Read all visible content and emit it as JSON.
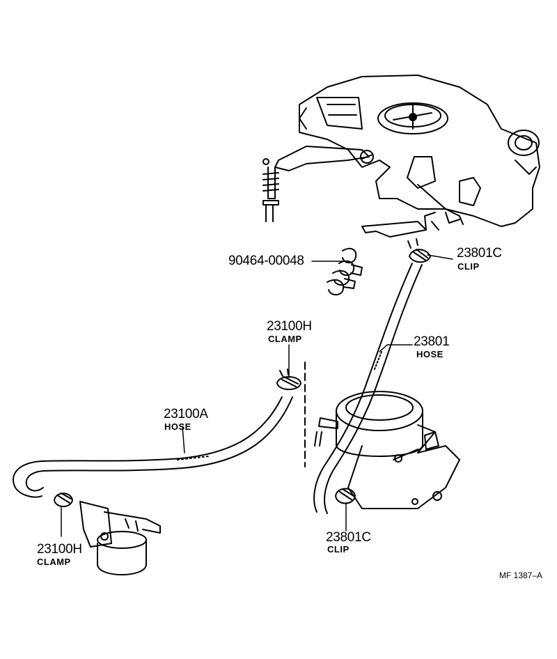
{
  "callouts": {
    "insulator_clips": {
      "part_no": "90464-00048"
    },
    "clip_top": {
      "part_no": "23801C",
      "name": "CLIP"
    },
    "hose_main": {
      "part_no": "23801",
      "name": "HOSE"
    },
    "clamp_mid": {
      "part_no": "23100H",
      "name": "CLAMP"
    },
    "hose_left": {
      "part_no": "23100A",
      "name": "HOSE"
    },
    "clamp_left": {
      "part_no": "23100H",
      "name": "CLAMP"
    },
    "clip_bottom": {
      "part_no": "23801C",
      "name": "CLIP"
    }
  },
  "figure_ref": "MF 1387–A"
}
